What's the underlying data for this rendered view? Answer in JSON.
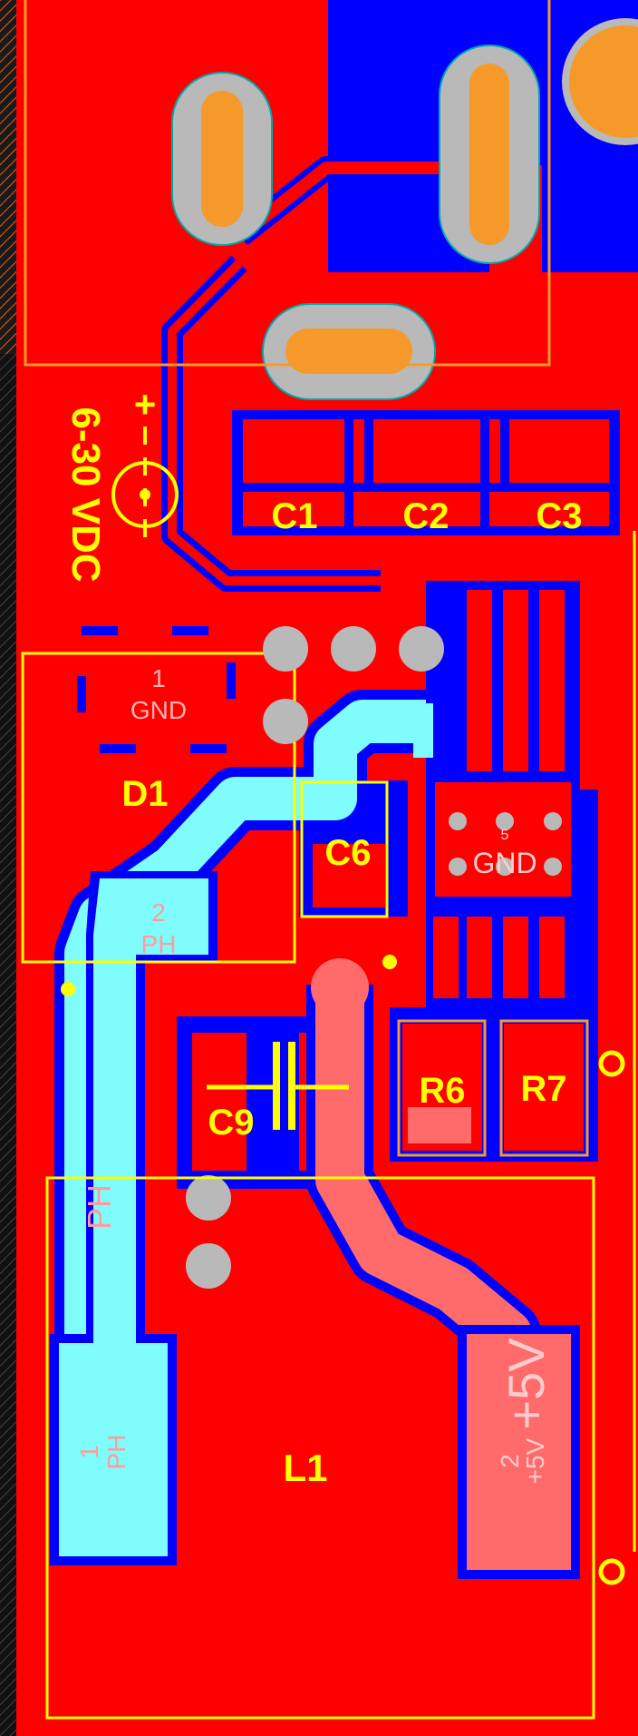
{
  "colors": {
    "background": "#ff0000",
    "bottom_copper": "#0000ff",
    "net_ph": "#7ffcfc",
    "net_5v": "#ff6b6b",
    "pad": "#b9b9b9",
    "pad_hole": "#f59a2a",
    "silkscreen": "#ffff00",
    "left_edge": "#111111"
  },
  "board": {
    "supply_label": "6-30 VDC",
    "plus_sign": "+",
    "minus_sign": "–"
  },
  "components": {
    "c1": "C1",
    "c2": "C2",
    "c3": "C3",
    "d1": "D1",
    "c6": "C6",
    "c9": "C9",
    "r6": "R6",
    "r7": "R7",
    "l1": "L1"
  },
  "pad_labels": {
    "d1_pad1_num": "1",
    "d1_pad1_net": "GND",
    "d1_pad2_num": "2",
    "d1_pad2_net": "PH",
    "ic_gnd": "GND",
    "ic_pin": "5",
    "ph_side": "PH",
    "l1_pad1_num": "1",
    "l1_pad1_net": "PH",
    "l1_pad2_num": "2",
    "l1_pad2_net": "+5V",
    "l1_pad2_net_big": "+5V"
  },
  "icons": [
    "pcb-layout-icon"
  ]
}
